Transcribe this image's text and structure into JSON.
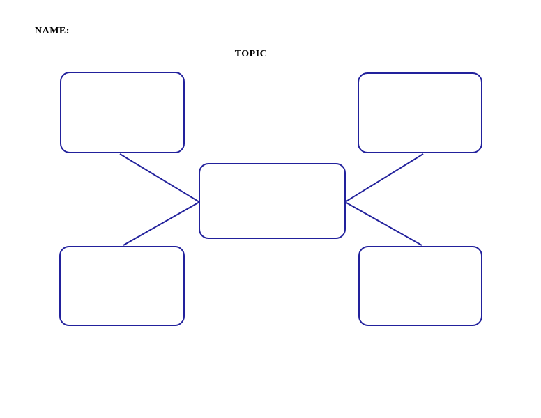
{
  "page": {
    "name_label": "NAME:",
    "topic_label": "TOPIC",
    "background_color": "#ffffff",
    "accent_color": "#22219C",
    "text_color": "#000000"
  },
  "diagram": {
    "type": "concept-map-template",
    "boxes": [
      {
        "id": "top-left",
        "text": ""
      },
      {
        "id": "top-right",
        "text": ""
      },
      {
        "id": "center",
        "text": ""
      },
      {
        "id": "bottom-left",
        "text": ""
      },
      {
        "id": "bottom-right",
        "text": ""
      }
    ],
    "connectors": [
      {
        "from": "top-left",
        "to": "center"
      },
      {
        "from": "bottom-left",
        "to": "center"
      },
      {
        "from": "top-right",
        "to": "center"
      },
      {
        "from": "bottom-right",
        "to": "center"
      }
    ]
  }
}
